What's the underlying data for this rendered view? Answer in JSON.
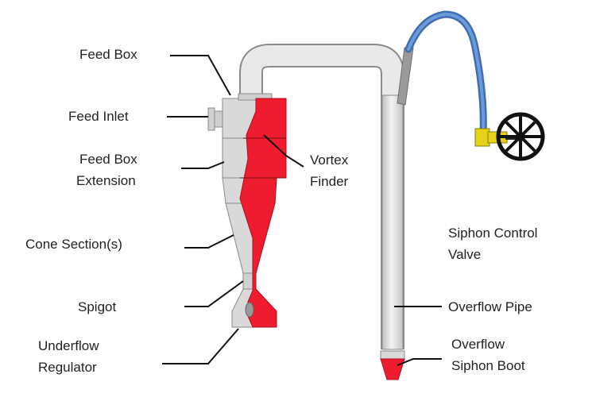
{
  "labels": {
    "feed_box": "Feed Box",
    "feed_inlet": "Feed Inlet",
    "feed_box_extension_1": "Feed Box",
    "feed_box_extension_2": "Extension",
    "cone_sections": "Cone Section(s)",
    "spigot": "Spigot",
    "underflow_regulator_1": "Underflow",
    "underflow_regulator_2": "Regulator",
    "vortex_finder_1": "Vortex",
    "vortex_finder_2": "Finder",
    "siphon_control_valve_1": "Siphon Control",
    "siphon_control_valve_2": "Valve",
    "overflow_pipe": "Overflow Pipe",
    "overflow_siphon_boot_1": "Overflow",
    "overflow_siphon_boot_2": "Siphon Boot"
  },
  "colors": {
    "body_gray": "#d9d9d9",
    "outline": "#8a8a8a",
    "red": "#ee1c2e",
    "hose_blue": "#4a7fc4",
    "valve_yellow": "#e6d21a",
    "leader": "#111111"
  },
  "icons": {
    "valve_wheel": "valve-wheel-icon"
  }
}
